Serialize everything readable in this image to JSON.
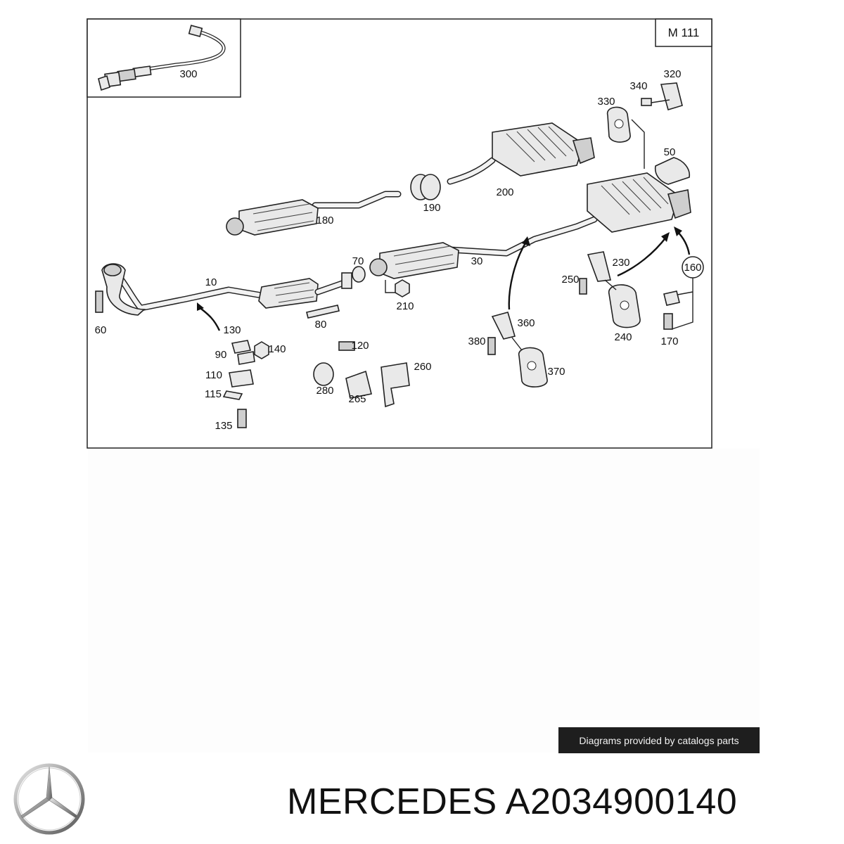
{
  "diagram": {
    "model_tag": "M 111",
    "labels": [
      "300",
      "320",
      "340",
      "330",
      "50",
      "200",
      "190",
      "180",
      "70",
      "30",
      "10",
      "60",
      "80",
      "210",
      "230",
      "250",
      "160",
      "360",
      "380",
      "370",
      "240",
      "170",
      "130",
      "90",
      "140",
      "120",
      "260",
      "110",
      "280",
      "265",
      "115",
      "135"
    ]
  },
  "credit": {
    "text": "Diagrams provided by catalogs parts"
  },
  "brand": {
    "logo_icon": "mercedes-star-icon"
  },
  "caption": {
    "text": "MERCEDES A2034900140"
  }
}
